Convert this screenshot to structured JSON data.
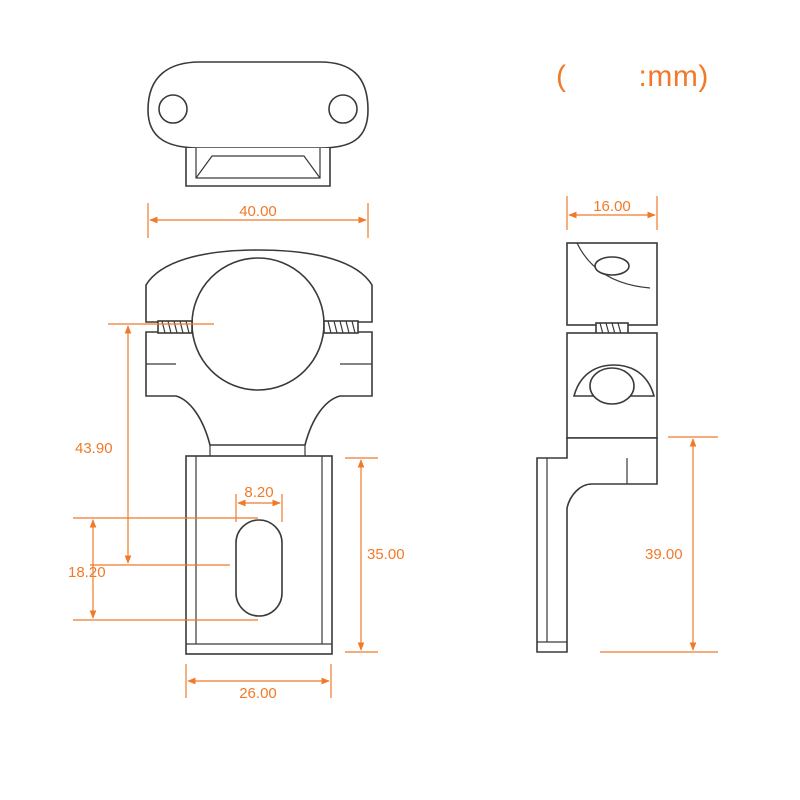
{
  "unit_label": {
    "open": "(",
    "text": ":mm)"
  },
  "dimensions": {
    "top_width": "40.00",
    "side_width": "16.00",
    "total_height": "43.90",
    "slot_width": "8.20",
    "slot_length": "18.20",
    "plate_height": "35.00",
    "side_height": "39.00",
    "plate_width": "26.00"
  },
  "colors": {
    "dimension": "#f07a2a",
    "outline": "#3a3a3a"
  }
}
